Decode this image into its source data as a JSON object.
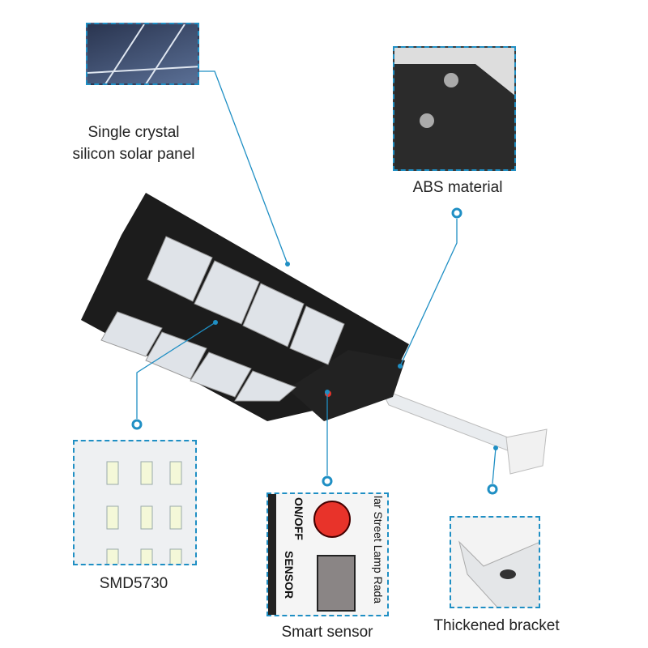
{
  "features": {
    "solar_panel": {
      "line1": "Single crystal",
      "line2": "silicon solar panel"
    },
    "abs": {
      "label": "ABS material"
    },
    "smd": {
      "label": "SMD5730"
    },
    "sensor": {
      "label": "Smart sensor",
      "onoff": "ON/OFF",
      "sensor_text": "SENSOR",
      "brand_text": "lar Street Lamp Rada"
    },
    "bracket": {
      "label": "Thickened bracket"
    }
  },
  "colors": {
    "accent": "#1f8fc4",
    "lamp_body": "#1c1c1c",
    "button_red": "#e8332a"
  }
}
